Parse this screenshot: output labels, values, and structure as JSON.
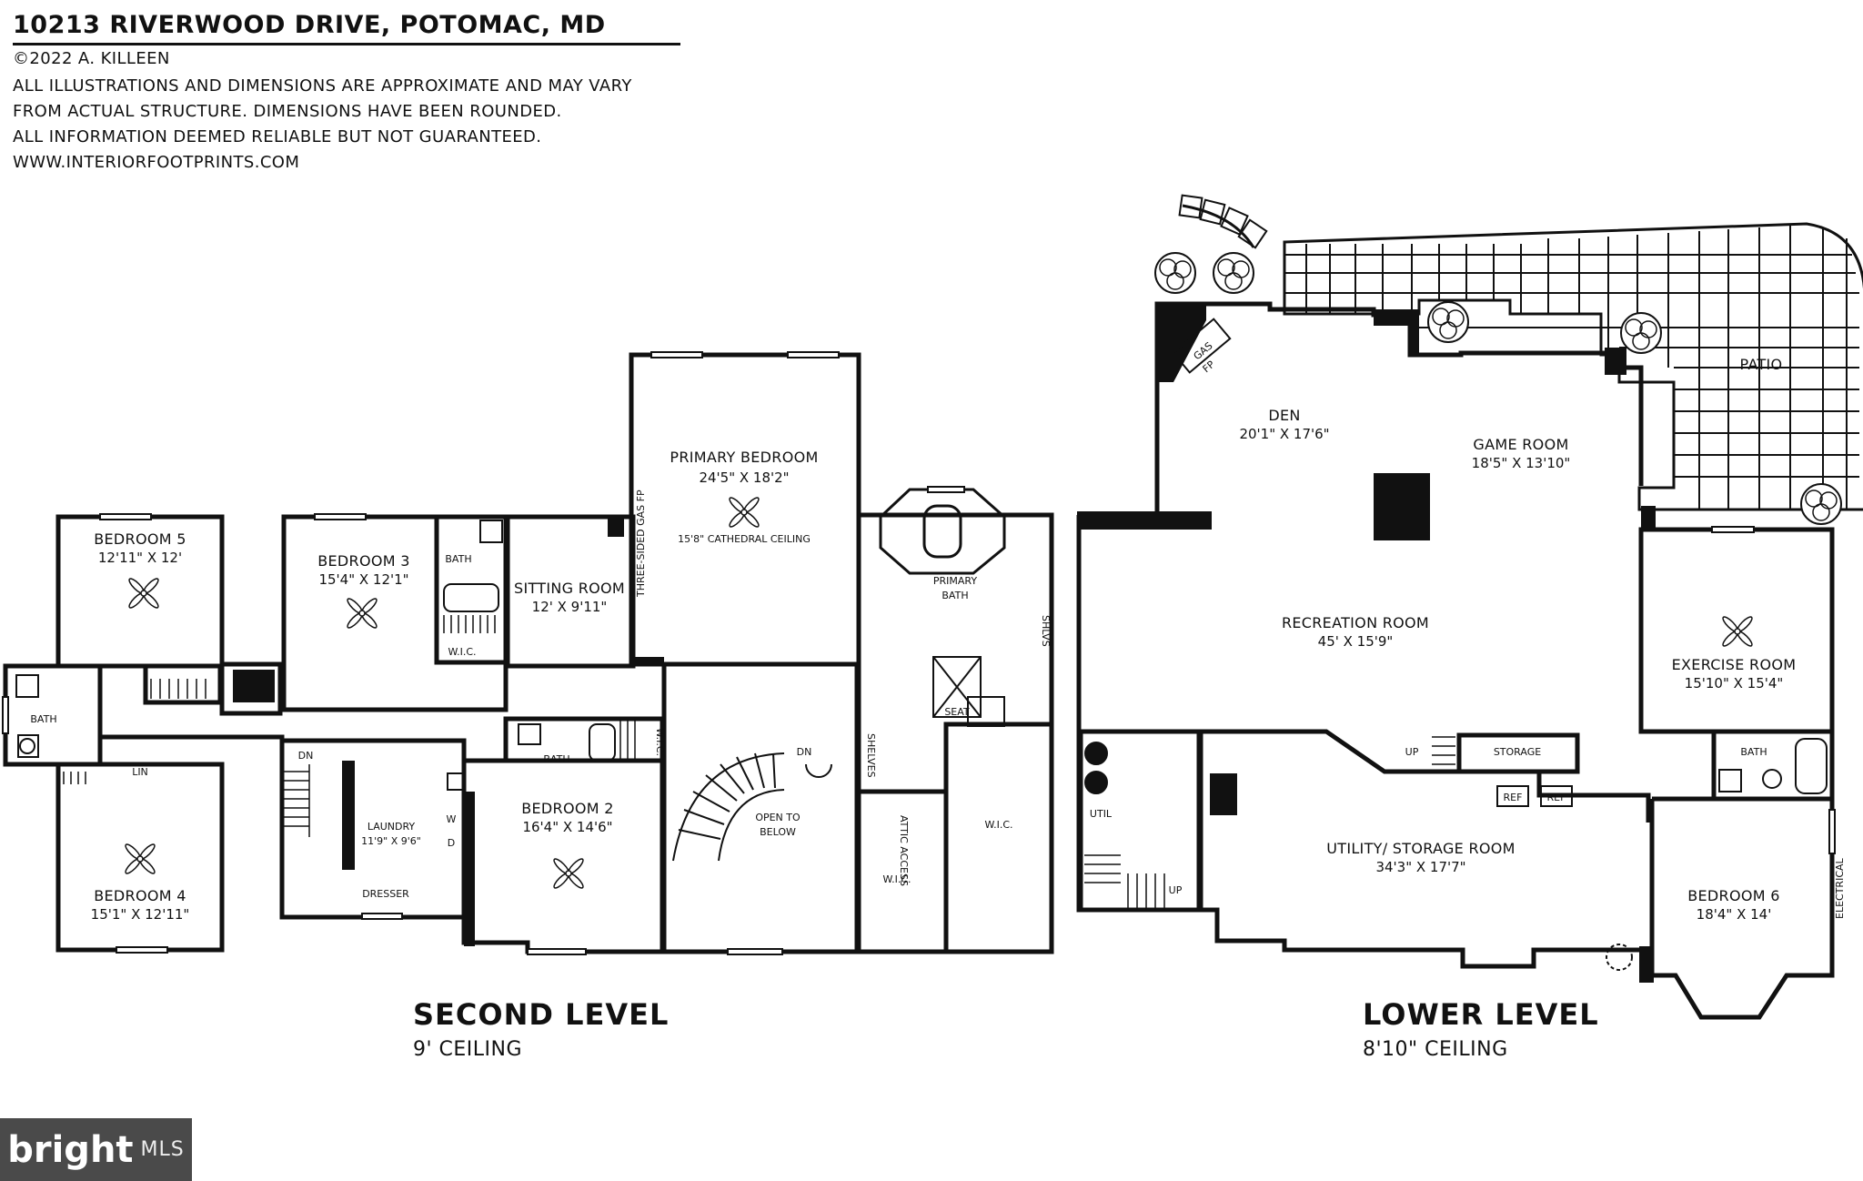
{
  "header": {
    "title": "10213 RIVERWOOD DRIVE, POTOMAC, MD",
    "copyright": "©2022 A. KILLEEN",
    "disclaimer": [
      "ALL ILLUSTRATIONS AND DIMENSIONS ARE APPROXIMATE AND MAY VARY",
      "FROM ACTUAL STRUCTURE. DIMENSIONS HAVE BEEN ROUNDED.",
      "ALL INFORMATION DEEMED RELIABLE BUT NOT GUARANTEED.",
      "WWW.INTERIORFOOTPRINTS.COM"
    ]
  },
  "second_level": {
    "name": "SECOND LEVEL",
    "ceiling": "9' CEILING",
    "rooms": {
      "bedroom5": {
        "name": "BEDROOM 5",
        "dims": "12'11\" X 12'"
      },
      "bedroom3": {
        "name": "BEDROOM 3",
        "dims": "15'4\" X 12'1\""
      },
      "sitting": {
        "name": "SITTING ROOM",
        "dims": "12' X 9'11\""
      },
      "primary_bedroom": {
        "name": "PRIMARY BEDROOM",
        "dims": "24'5\" X 18'2\"",
        "note": "15'8\" CATHEDRAL CEILING"
      },
      "primary_bath": {
        "name": "PRIMARY",
        "name2": "BATH"
      },
      "bedroom2": {
        "name": "BEDROOM 2",
        "dims": "16'4\" X 14'6\""
      },
      "laundry": {
        "name": "LAUNDRY",
        "dims": "11'9\" X 9'6\""
      },
      "bedroom4": {
        "name": "BEDROOM 4",
        "dims": "15'1\" X 12'11\""
      },
      "open": {
        "line1": "OPEN TO",
        "line2": "BELOW"
      }
    },
    "small": {
      "bath": "BATH",
      "wic": "W.I.C.",
      "lin": "LIN",
      "dn": "DN",
      "dresser": "DRESSER",
      "seat": "SEAT",
      "shelves": "SHELVES",
      "shlvs": "SHLVS",
      "fireplace": "THREE-SIDED GAS FP",
      "attic": "ATTIC ACCESS",
      "w": "W",
      "d": "D"
    }
  },
  "lower_level": {
    "name": "LOWER LEVEL",
    "ceiling": "8'10\" CEILING",
    "rooms": {
      "den": {
        "name": "DEN",
        "dims": "20'1\" X 17'6\""
      },
      "game": {
        "name": "GAME ROOM",
        "dims": "18'5\" X 13'10\""
      },
      "patio": {
        "name": "PATIO"
      },
      "recreation": {
        "name": "RECREATION ROOM",
        "dims": "45' X 15'9\""
      },
      "exercise": {
        "name": "EXERCISE ROOM",
        "dims": "15'10\" X 15'4\""
      },
      "utility": {
        "name": "UTILITY/ STORAGE ROOM",
        "dims": "34'3\" X 17'7\""
      },
      "bedroom6": {
        "name": "BEDROOM 6",
        "dims": "18'4\" X 14'"
      }
    },
    "small": {
      "gas": "GAS",
      "fp": "FP",
      "storage": "STORAGE",
      "bath": "BATH",
      "util": "UTIL",
      "up": "UP",
      "ref": "REF",
      "electrical": "ELECTRICAL"
    }
  },
  "watermark": {
    "brand": "bright",
    "suffix": "MLS"
  }
}
